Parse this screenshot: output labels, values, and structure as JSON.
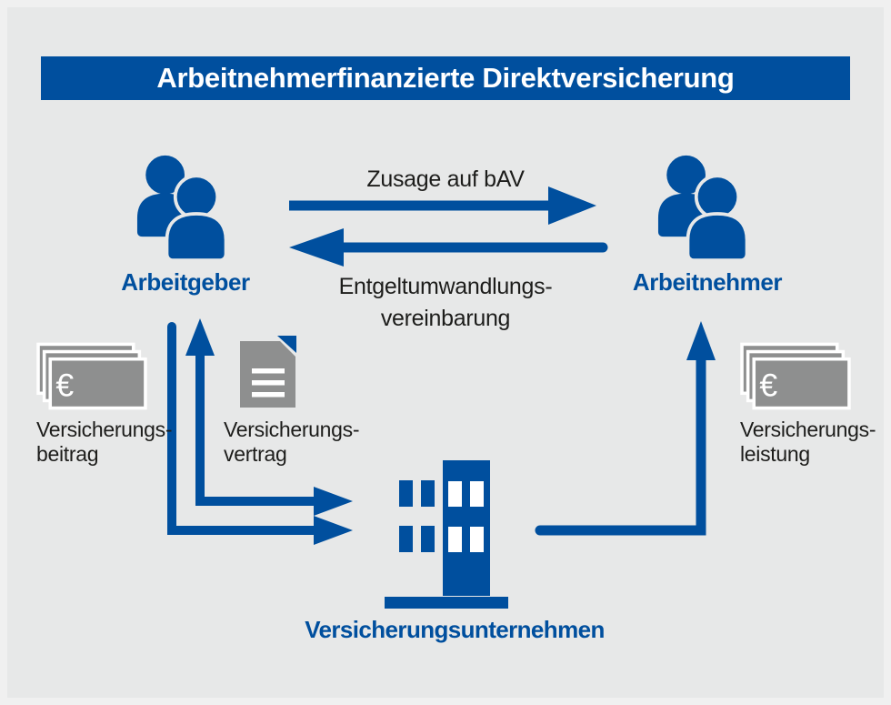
{
  "title": "Arbeitnehmerfinanzierte Direktversicherung",
  "actors": {
    "employer": "Arbeitgeber",
    "employee": "Arbeitnehmer",
    "insurer": "Versicherungsunternehmen"
  },
  "arrows": {
    "zusage": "Zusage auf bAV",
    "entgelt_line1": "Entgeltumwandlungs-",
    "entgelt_line2": "vereinbarung"
  },
  "items": {
    "beitrag_line1": "Versicherungs-",
    "beitrag_line2": "beitrag",
    "vertrag_line1": "Versicherungs-",
    "vertrag_line2": "vertrag",
    "leistung_line1": "Versicherungs-",
    "leistung_line2": "leistung"
  },
  "symbols": {
    "euro": "€"
  },
  "colors": {
    "blue": "#004f9e",
    "gray": "#8e8f8f",
    "background": "#e7e8e8",
    "text_dark": "#1d1d1b",
    "white": "#ffffff"
  }
}
